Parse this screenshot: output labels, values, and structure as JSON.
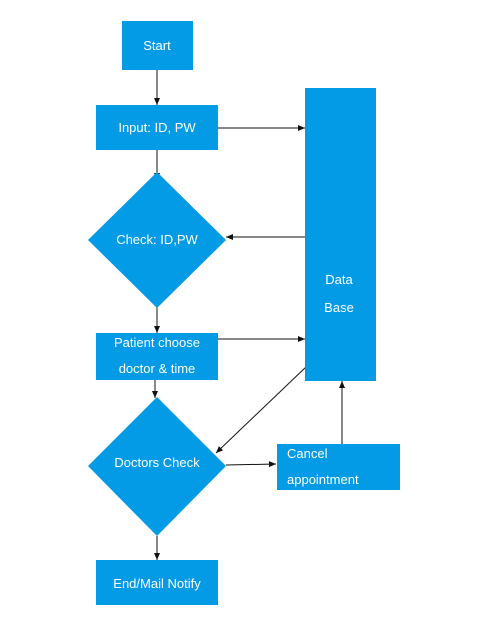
{
  "diagram": {
    "nodes": {
      "start": {
        "lines": [
          "Start"
        ]
      },
      "input": {
        "lines": [
          "Input: ID, PW"
        ]
      },
      "check": {
        "lines": [
          "Check: ID,PW"
        ]
      },
      "choose": {
        "lines": [
          "Patient choose",
          "doctor & time"
        ]
      },
      "doctors_check": {
        "lines": [
          "Doctors Check"
        ]
      },
      "end": {
        "lines": [
          "End/Mail Notify"
        ]
      },
      "database": {
        "lines": [
          "Data",
          "Base"
        ]
      },
      "cancel": {
        "lines": [
          "Cancel",
          "appointment"
        ]
      }
    },
    "edges": [
      {
        "from": "start",
        "to": "input"
      },
      {
        "from": "input",
        "to": "check"
      },
      {
        "from": "input",
        "to": "database"
      },
      {
        "from": "database",
        "to": "check"
      },
      {
        "from": "check",
        "to": "choose"
      },
      {
        "from": "choose",
        "to": "database"
      },
      {
        "from": "choose",
        "to": "doctors_check"
      },
      {
        "from": "database",
        "to": "doctors_check"
      },
      {
        "from": "doctors_check",
        "to": "cancel"
      },
      {
        "from": "cancel",
        "to": "database"
      },
      {
        "from": "doctors_check",
        "to": "end"
      }
    ],
    "colors": {
      "node_fill": "#039BE5",
      "node_text": "#ffffff",
      "edge": "#111111",
      "background": "#ffffff"
    }
  }
}
